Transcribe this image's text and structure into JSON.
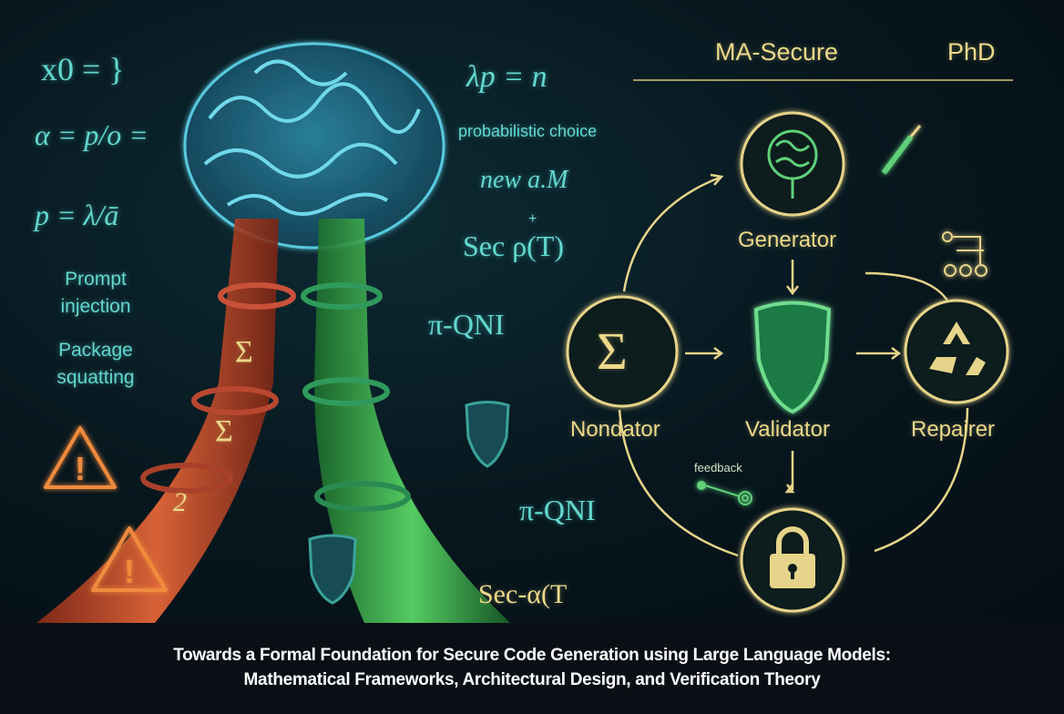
{
  "header": {
    "brand": "MA-Secure",
    "degree": "PhD"
  },
  "left_formulas": {
    "f1": "x0 = }",
    "f2": "α = p/o =",
    "f3": "p = λ/ā"
  },
  "threats": {
    "t1_line1": "Prompt",
    "t1_line2": "injection",
    "t2_line1": "Package",
    "t2_line2": "squatting"
  },
  "middle_formulas": {
    "lambda": "λp = n",
    "prob": "probabilistic choice",
    "new": "new a.M",
    "plus": "+",
    "sec": "Sec ρ(T)",
    "qni1": "π-QNI",
    "qni2": "π-QNI",
    "sec2": "Sec-α(T"
  },
  "tube_symbols": {
    "s1": "Σ",
    "s2": "Σ",
    "s3": "2"
  },
  "diagram": {
    "generator": "Generator",
    "nondator": "Nondator",
    "validator": "Validator",
    "repairer": "Repairer",
    "feedback": "feedback",
    "sigma": "Σ"
  },
  "caption": {
    "line1": "Towards a Formal Foundation for Secure Code Generation using Large Language Models:",
    "line2": "Mathematical Frameworks, Architectural Design, and Verification Theory"
  },
  "colors": {
    "cyan": "#63d8cf",
    "gold": "#ecd98a",
    "red": "#e0512e",
    "green": "#3fbf4f",
    "warning": "#f08a3c"
  }
}
